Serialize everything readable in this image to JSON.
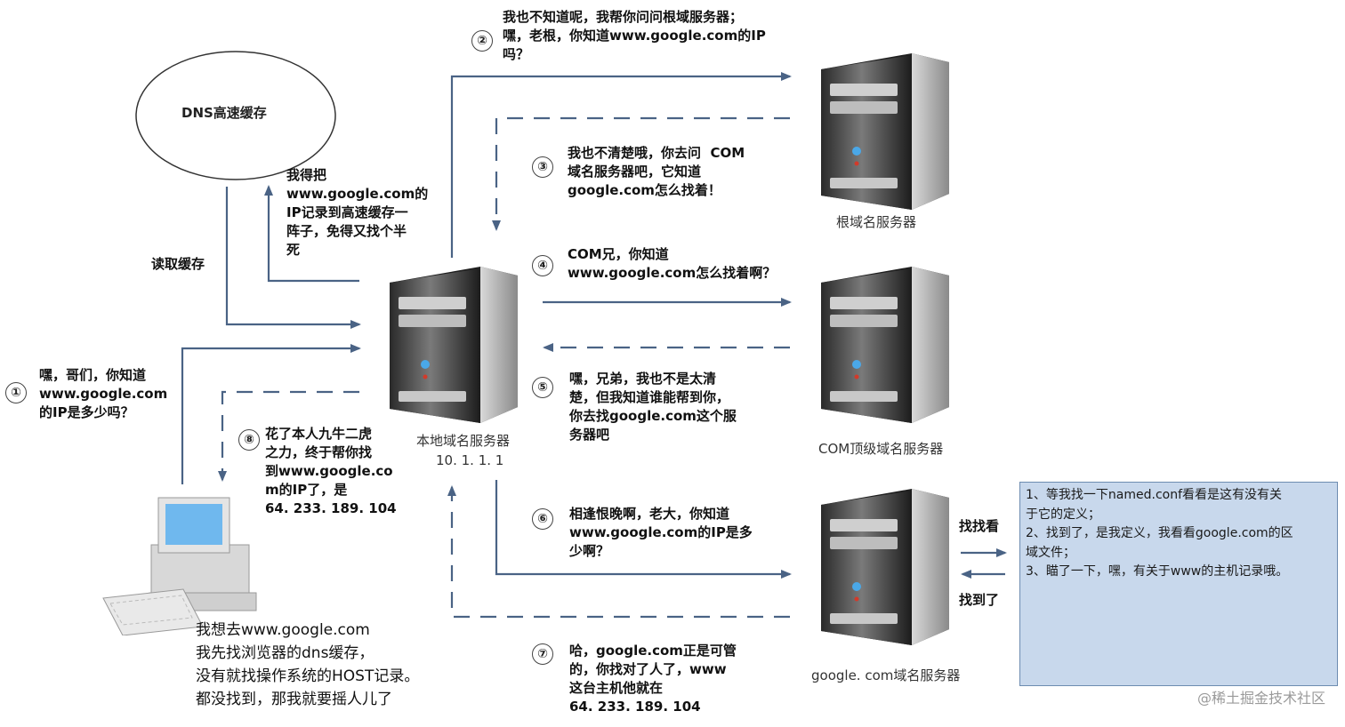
{
  "cache": {
    "label": "DNS高速缓存"
  },
  "servers": {
    "root": "根域名服务器",
    "com": "COM顶级域名服务器",
    "google": "google. com域名服务器",
    "local": "本地域名服务器",
    "local_ip": "10. 1. 1. 1"
  },
  "steps": {
    "n1": "①",
    "n2": "②",
    "n3": "③",
    "n4": "④",
    "n5": "⑤",
    "n6": "⑥",
    "n7": "⑦",
    "n8": "⑧",
    "s1": "嘿，哥们，你知道\nwww.google.com\n的IP是多少吗？",
    "s2": "我也不知道呢，我帮你问问根域服务器；\n嘿，老根，你知道www.google.com的IP\n吗？",
    "s3": "我也不清楚哦，你去问  COM\n域名服务器吧，它知道\ngoogle.com怎么找着！",
    "s4": "COM兄，你知道\nwww.google.com怎么找着啊？",
    "s5": "嘿，兄弟，我也不是太清\n楚，但我知道谁能帮到你，\n你去找google.com这个服\n务器吧",
    "s6": "相逢恨晚啊，老大，你知道\nwww.google.com的IP是多\n少啊？",
    "s7": "哈，google.com正是可管\n的，你找对了人了，www\n这台主机他就在\n64. 233. 189. 104",
    "s8": "花了本人九牛二虎\n之力，终于帮你找\n到www.google.co\nm的IP了，是\n64. 233. 189. 104"
  },
  "side": {
    "read_cache": "读取缓存",
    "save_cache": "我得把\nwww.google.com的\nIP记录到高速缓存一\n阵子，免得又找个半\n死",
    "find": "找找看",
    "found": "找到了"
  },
  "note": {
    "line1": "1、等我找一下named.conf看看是这有没有关",
    "line2": "于它的定义；",
    "line3": "2、找到了，是我定义，我看看google.com的区",
    "line4": "域文件；",
    "line5": "3、瞄了一下，嘿，有关于www的主机记录哦。"
  },
  "user": {
    "line1": "我想去www.google.com",
    "line2": "我先找浏览器的dns缓存，",
    "line3": "没有就找操作系统的HOST记录。",
    "line4": "都没找到，那我就要摇人儿了"
  },
  "watermark": "@稀土掘金技术社区",
  "colors": {
    "arrow": "#4a6385",
    "note_bg": "#c8d8ec"
  }
}
